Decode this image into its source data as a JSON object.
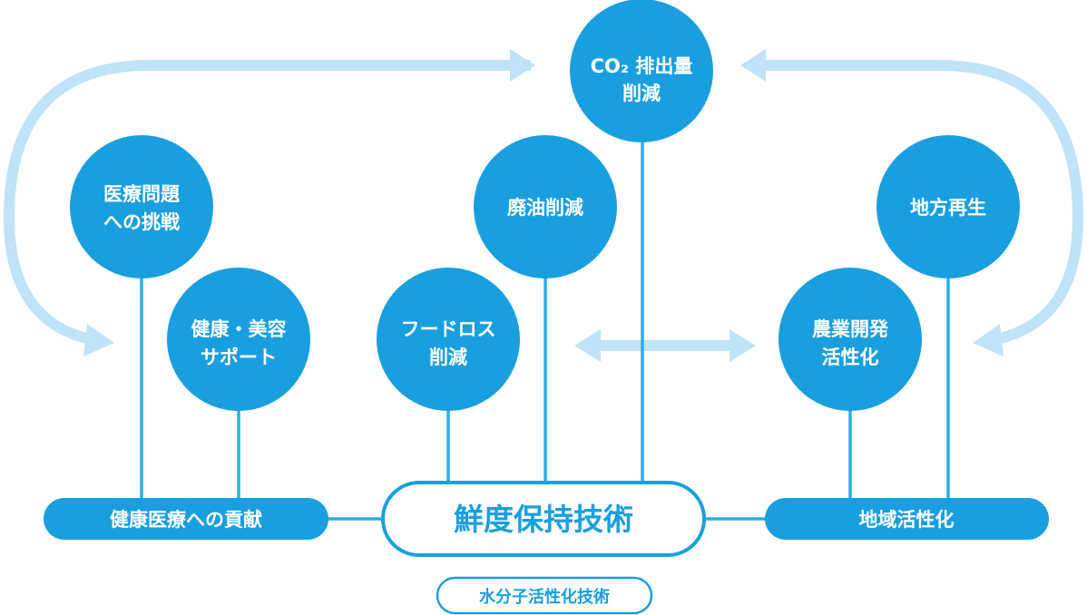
{
  "colors": {
    "circle": "#199fe0",
    "line": "#2aaee6",
    "arrow": "#bfe3f8",
    "center_text": "#1a9fe0",
    "white": "#ffffff"
  },
  "center": {
    "label": "鮮度保持技術"
  },
  "sub_tech": {
    "label": "水分子活性化技術"
  },
  "bars": {
    "left": "健康医療への貢献",
    "right": "地域活性化"
  },
  "circles": {
    "co2": {
      "lines": [
        "CO₂ 排出量",
        "削減"
      ]
    },
    "medical": {
      "lines": [
        "医療問題",
        "への挑戦"
      ]
    },
    "beauty": {
      "lines": [
        "健康・美容",
        "サポート"
      ]
    },
    "waste_oil": {
      "lines": [
        "廃油削減"
      ]
    },
    "food_loss": {
      "lines": [
        "フードロス",
        "削減"
      ]
    },
    "regional": {
      "lines": [
        "地方再生"
      ]
    },
    "agri": {
      "lines": [
        "農業開発",
        "活性化"
      ]
    }
  }
}
